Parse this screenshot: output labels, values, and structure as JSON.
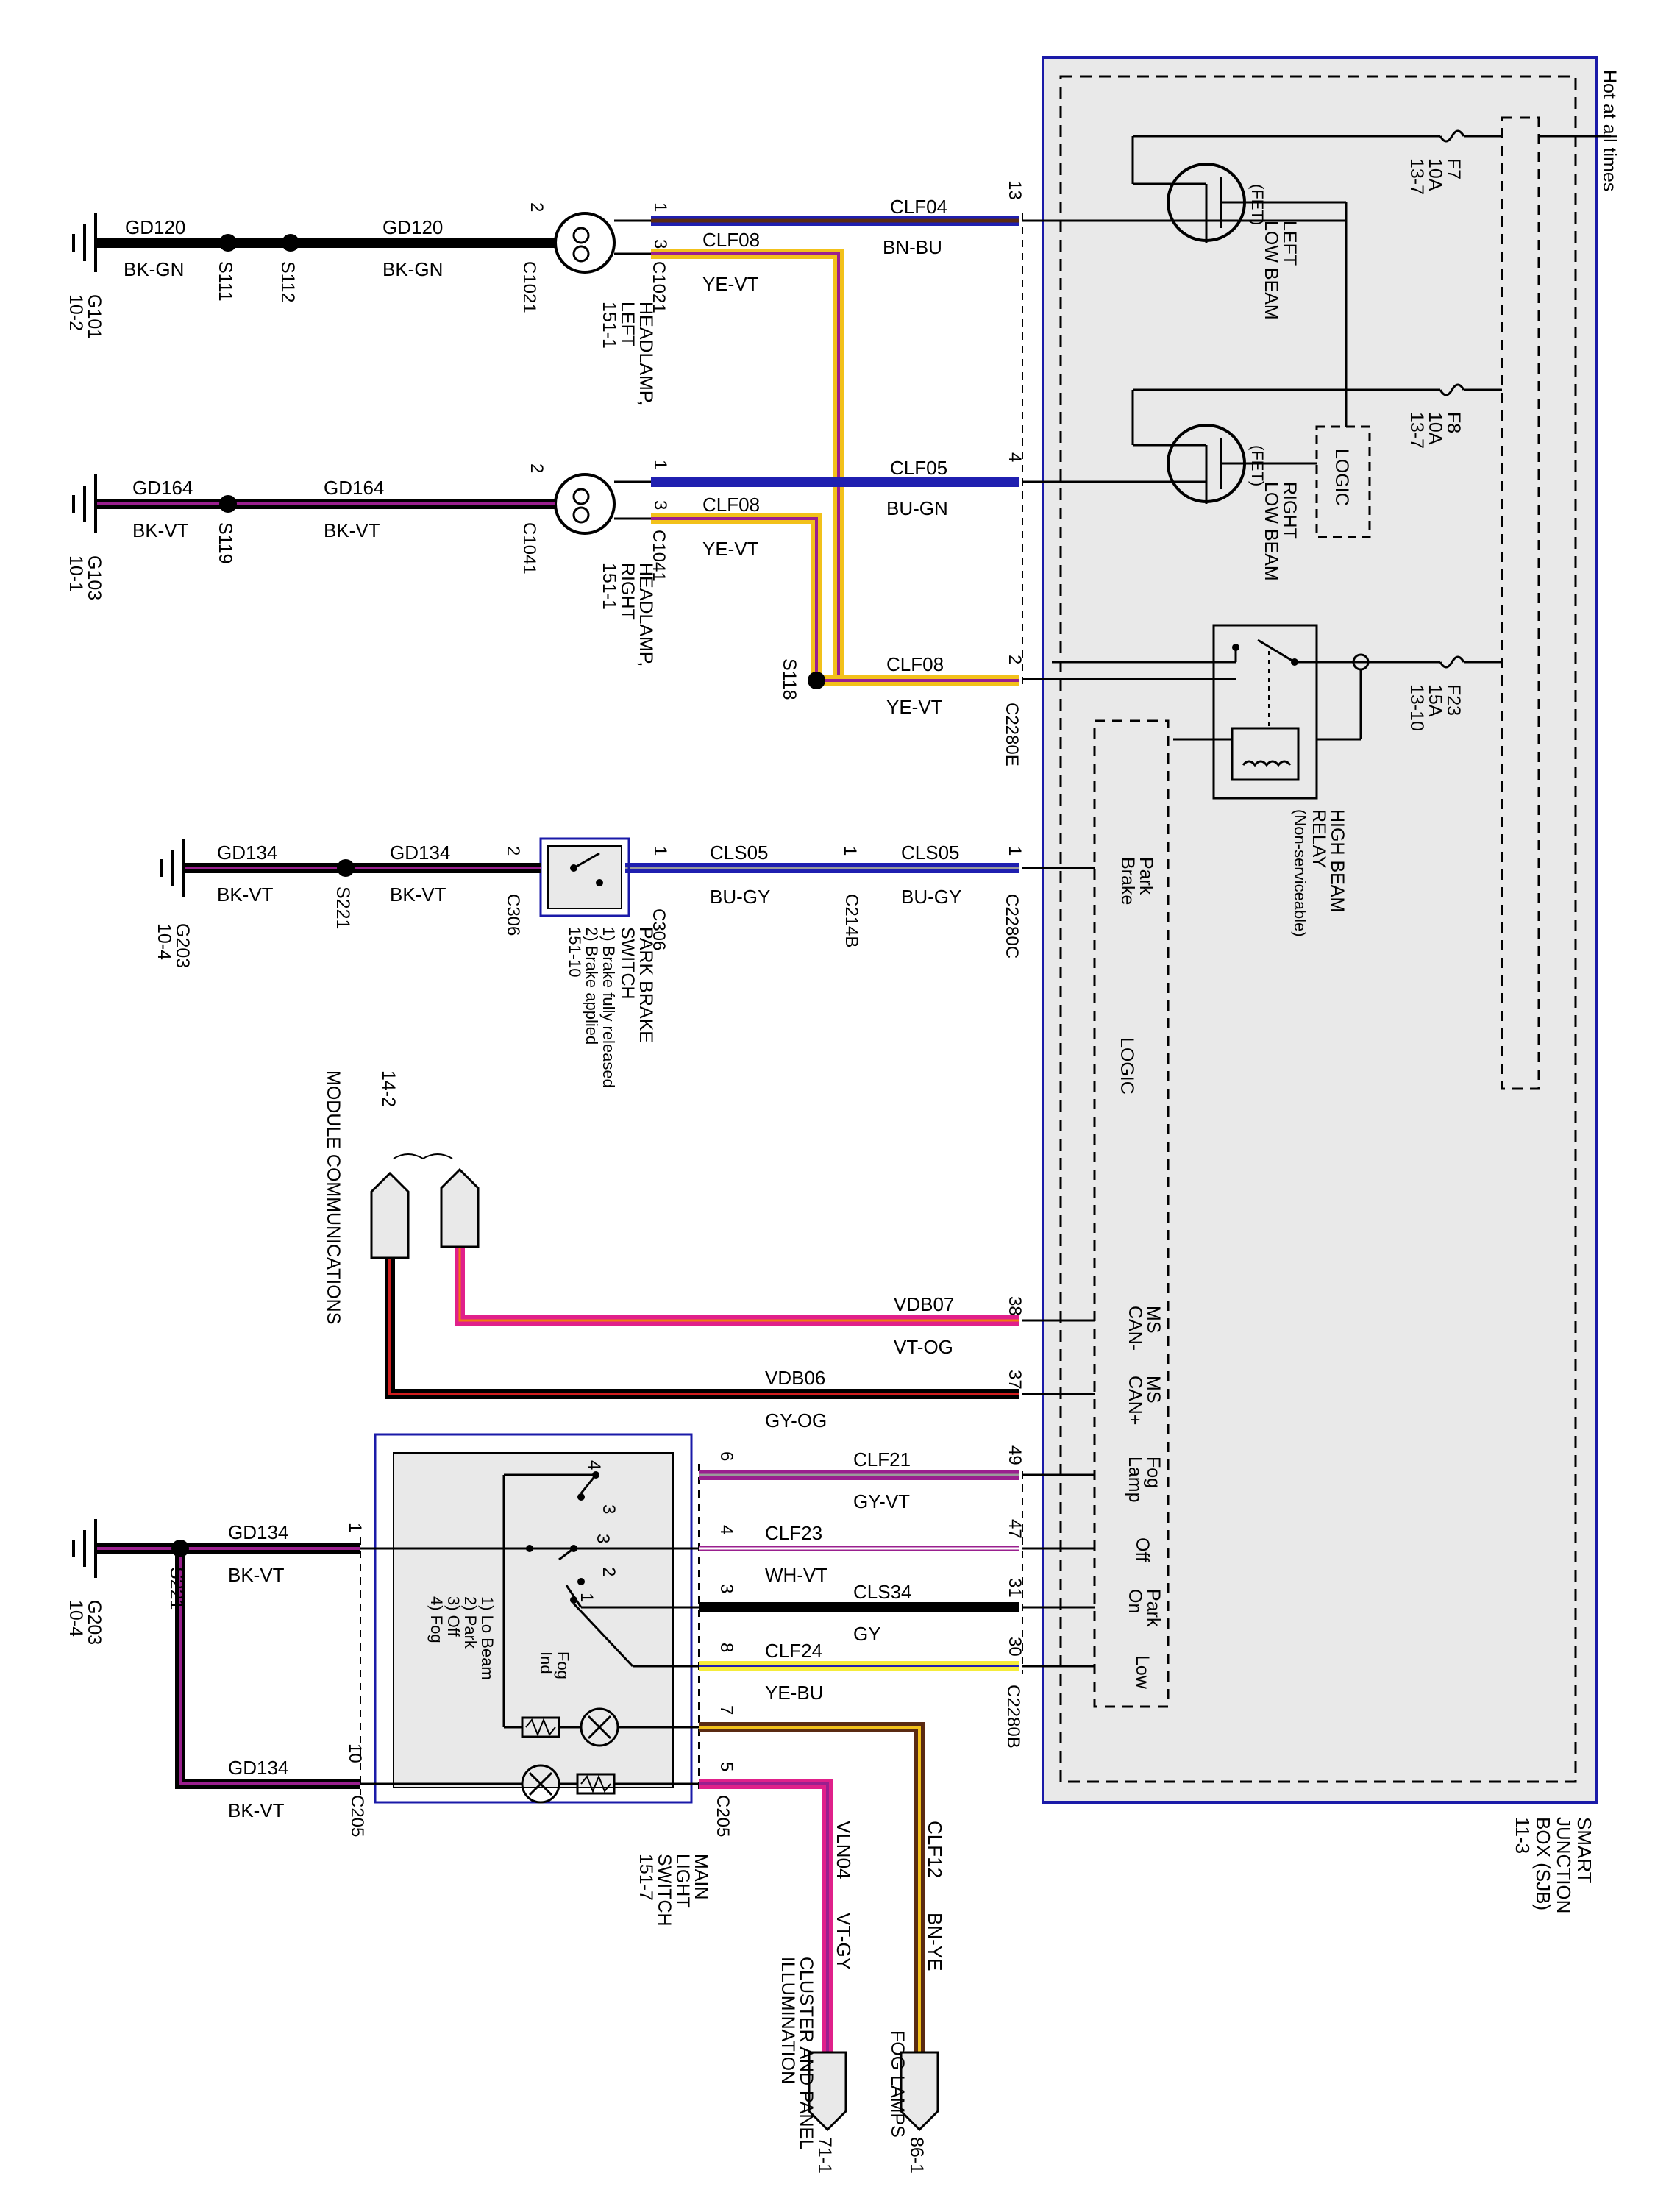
{
  "colors": {
    "sjb_fill": "#e9e9e9",
    "box_border": "#1a1aa8",
    "wire_black": "#000000",
    "wire_violet": "#9a1f8e",
    "wire_blue": "#1f1fb0",
    "wire_yellow": "#f2c11a",
    "wire_red": "#d41f1f",
    "wire_brown": "#5a2a12",
    "wire_pink": "#e0208a",
    "wire_gray": "#9a9a9a",
    "wire_orange": "#f07a10"
  },
  "sjb": {
    "title_lines": [
      "SMART",
      "JUNCTION",
      "BOX (SJB)",
      "11-3"
    ],
    "hot_label": "Hot at all times",
    "fuses": [
      {
        "lines": [
          "F7",
          "10A",
          "13-7"
        ]
      },
      {
        "lines": [
          "F8",
          "10A",
          "13-7"
        ]
      },
      {
        "lines": [
          "F23",
          "15A",
          "13-10"
        ]
      }
    ],
    "left_low_beam": [
      "LEFT",
      "LOW BEAM"
    ],
    "right_low_beam": [
      "RIGHT",
      "LOW BEAM"
    ],
    "fet": "(FET)",
    "logic": "LOGIC",
    "high_beam_relay": [
      "HIGH BEAM",
      "RELAY",
      "(Non-serviceable)"
    ],
    "inputs": {
      "park_brake": [
        "Park",
        "Brake"
      ],
      "ms_can_minus": [
        "MS",
        "CAN-"
      ],
      "ms_can_plus": [
        "MS",
        "CAN+"
      ],
      "fog_lamp": [
        "Fog",
        "Lamp"
      ],
      "off": "Off",
      "park_on": [
        "Park",
        "On"
      ],
      "low": "Low"
    }
  },
  "headlamp_left": {
    "wire_top": "CLF04",
    "color_top": "BN-BU",
    "sjb_pin": "13",
    "wire_mid": "CLF08",
    "color_mid": "YE-VT",
    "pins": [
      "1",
      "3",
      "2"
    ],
    "connector": "C1021",
    "label": [
      "HEADLAMP,",
      "LEFT",
      "151-1"
    ],
    "ground_wire": "GD120",
    "ground_color": "BK-GN",
    "splices": [
      "S111",
      "S112"
    ],
    "ground": [
      "G101",
      "10-2"
    ]
  },
  "headlamp_right": {
    "wire_top": "CLF05",
    "color_top": "BU-GN",
    "sjb_pin": "4",
    "wire_mid": "CLF08",
    "color_mid": "YE-VT",
    "pins": [
      "1",
      "3",
      "2"
    ],
    "connector": "C1041",
    "label": [
      "HEADLAMP,",
      "RIGHT",
      "151-1"
    ],
    "ground_wire": "GD164",
    "ground_color": "BK-VT",
    "splices": [
      "S119"
    ],
    "ground": [
      "G103",
      "10-1"
    ]
  },
  "high_beam_feed": {
    "wire": "CLF08",
    "color": "YE-VT",
    "pin": "2",
    "connector": "C2280E",
    "splice": "S118"
  },
  "park_brake": {
    "wire": "CLS05",
    "color": "BU-GY",
    "pin_sjb": "1",
    "connector_sjb": "C2280C",
    "pin_inline": "1",
    "connector_inline": "C214B",
    "pin_switch": "1",
    "pin_switch_gnd": "2",
    "connector_switch": "C306",
    "label": [
      "PARK BRAKE",
      "SWITCH",
      "1) Brake fully released",
      "2) Brake applied",
      "151-10"
    ],
    "ground_wire": "GD134",
    "ground_color": "BK-VT",
    "splice": "S221",
    "ground": [
      "G203",
      "10-4"
    ]
  },
  "can": {
    "label": [
      "MODULE COMMUNICATIONS",
      "14-2"
    ],
    "wire1": "VDB07",
    "color1": "VT-OG",
    "pin1": "38",
    "wire2": "VDB06",
    "color2": "GY-OG",
    "pin2": "37"
  },
  "main_switch": {
    "label": [
      "MAIN",
      "LIGHT",
      "SWITCH",
      "151-7"
    ],
    "positions": [
      "1) Lo Beam",
      "2) Park",
      "3) Off",
      "4) Fog"
    ],
    "fog_ind": [
      "Fog",
      "Ind"
    ],
    "connector_left": "C205",
    "connector_right": "C205",
    "sjb_connector": "C2280B",
    "wires": [
      {
        "name": "CLF21",
        "color": "GY-VT",
        "sw_pin": "6",
        "sjb_pin": "49"
      },
      {
        "name": "CLF23",
        "color": "WH-VT",
        "sw_pin": "4",
        "sjb_pin": "47"
      },
      {
        "name": "CLS34",
        "color": "GY",
        "sw_pin": "3",
        "sjb_pin": "31"
      },
      {
        "name": "CLF24",
        "color": "YE-BU",
        "sw_pin": "8",
        "sjb_pin": "30"
      }
    ],
    "contact_labels": [
      "4",
      "3",
      "2",
      "1"
    ],
    "fog_out": {
      "pin": "7",
      "wire": "CLF12",
      "color": "BN-YE",
      "dest": [
        "FOG LAMPS",
        "86-1"
      ]
    },
    "illum_out": {
      "pin": "5",
      "wire": "VLN04",
      "color": "VT-GY",
      "dest": [
        "CLUSTER AND PANEL",
        "ILLUMINATION",
        "71-1"
      ]
    },
    "ground_pins": [
      "1",
      "10"
    ],
    "ground_wire": "GD134",
    "ground_color": "BK-VT",
    "splice": "S221",
    "ground": [
      "G203",
      "10-4"
    ]
  }
}
